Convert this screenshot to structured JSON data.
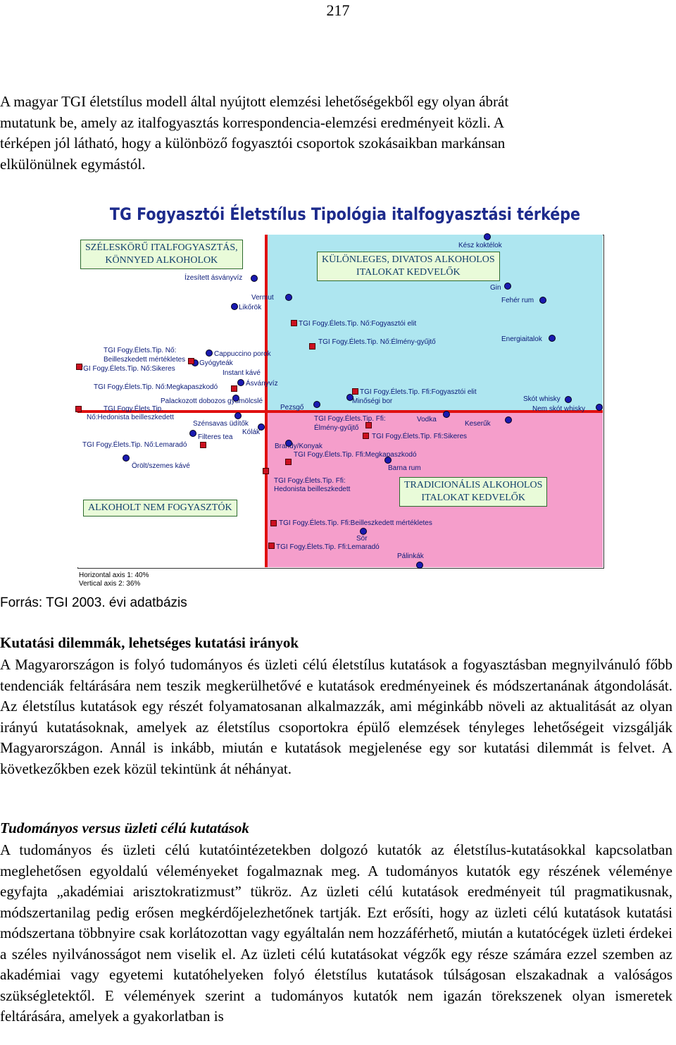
{
  "page_number": "217",
  "intro_lines": [
    "A magyar TGI életstílus modell által nyújtott elemzési lehetőségekből egy olyan ábrát",
    "mutatunk be, amely az italfogyasztás korrespondencia-elemzési eredményeit közli. A",
    "térképen jól látható, hogy a különböző fogyasztói csoportok szokásaikban markánsan",
    "elkülönülnek egymástól."
  ],
  "map": {
    "title": "TG Fogyasztói Életstílus Tipológia italfogyasztási térképe",
    "quadrants": {
      "top_left": [
        "SZÉLESKÖRŰ ITALFOGYASZTÁS,",
        "KÖNNYED ALKOHOLOK"
      ],
      "top_right": [
        "KÜLÖNLEGES, DIVATOS ALKOHOLOS",
        "ITALOKAT KEDVELŐK"
      ],
      "bottom_left": [
        "ALKOHOLT NEM FOGYASZTÓK"
      ],
      "bottom_right": [
        "TRADICIONÁLIS ALKOHOLOS",
        "ITALOKAT KEDVELŐK"
      ]
    },
    "colors": {
      "top_right": "#aee6f0",
      "bottom_right": "#f59ecb",
      "axis": "#e01010",
      "products": "#1a1ab0",
      "segments": "#cc1020"
    },
    "products": [
      "Kész koktélok",
      "Ízesített ásványvíz",
      "Vermut",
      "Likőrök",
      "Gin",
      "Fehér rum",
      "Energiaitalok",
      "Cappuccino porok",
      "Gyógyteák",
      "Instant kávé",
      "Ásványvíz",
      "Palackozott dobozos gyümölcslé",
      "Minőségi bor",
      "Skót whisky",
      "Nem skót whisky",
      "Pezsgő",
      "Szénsavas üdítők",
      "Kólák",
      "Vodka",
      "Keserűk",
      "Filteres tea",
      "Brandy/Konyak",
      "Örölt/szemes kávé",
      "Barna rum",
      "Sör",
      "Pálinkák"
    ],
    "segments": [
      "TGI Fogy.Élets.Tip. Nő:Fogyasztói elit",
      "TGI Fogy.Élets.Tip. Nő:Élmény-gyűjtő",
      "TGI Fogy.Élets.Tip. Nő:",
      "Beilleszkedett mértékletes",
      "TGI Fogy.Élets.Tip. Nő:Sikeres",
      "TGI Fogy.Élets.Tip. Nő:Megkapaszkodó",
      "TGI Fogy.Élets.Tip. Ffi:Fogyasztói elit",
      "TGI Fogy.Élets.Tip.",
      "Nő:Hedonista beilleszkedett",
      "TGI Fogy.Élets.Tip. Ffi:",
      "Élmény-gyűjtő",
      "TGI Fogy.Élets.Tip. Ffi:Sikeres",
      "TGI Fogy.Élets.Tip. Nő:Lemaradó",
      "TGI Fogy.Élets.Tip. Ffi:Megkapaszkodó",
      "TGI Fogy.Élets.Tip. Ffi:",
      "Hedonista beilleszkedett",
      "TGI Fogy.Élets.Tip. Ffi:Beilleszkedett mértékletes",
      "TGI Fogy.Élets.Tip. Ffi:Lemaradó"
    ],
    "axis_notes": [
      "Horizontal axis 1: 40%",
      "Vertical axis 2: 36%"
    ]
  },
  "source": "Forrás: TGI 2003. évi adatbázis",
  "section_heading": "Kutatási dilemmák, lehetséges kutatási irányok",
  "section_paragraph": "A Magyarországon is folyó tudományos és üzleti célú életstílus kutatások a fogyasztásban megnyilvánuló főbb tendenciák feltárására nem teszik megkerülhetővé e kutatások eredményeinek és módszertanának átgondolását. Az életstílus kutatások egy részét folyamatosanan alkalmazzák, ami méginkább növeli az aktualitását az olyan irányú kutatásoknak, amelyek az életstílus csoportokra épülő elemzések tényleges lehetőségeit vizsgálják Magyarországon. Annál is inkább, miután e kutatások megjelenése egy sor kutatási dilemmát is felvet. A következőkben ezek közül tekintünk át néhányat.",
  "subheading": "Tudományos versus üzleti célú kutatások",
  "sub_paragraph": "A tudományos és üzleti célú kutatóintézetekben dolgozó kutatók az életstílus-kutatásokkal kapcsolatban meglehetősen egyoldalú véleményeket fogalmaznak meg. A tudományos kutatók egy részének véleménye egyfajta „akadémiai arisztokratizmust” tükröz. Az üzleti célú kutatások eredményeit túl pragmatikusnak, módszertanilag pedig erősen megkérdőjelezhetőnek tartják. Ezt erősíti, hogy az üzleti célú kutatások kutatási módszertana többnyire csak korlátozottan vagy egyáltalán nem hozzáférhető, miután a kutatócégek üzleti érdekei a széles nyilvánosságot nem viselik el. Az üzleti célú kutatásokat végzők egy része számára ezzel szemben az akadémiai vagy egyetemi kutatóhelyeken folyó életstílus kutatások túlságosan elszakadnak a valóságos szükségletektől. E vélemények szerint a tudományos kutatók nem igazán törekszenek olyan ismeretek feltárására, amelyek a gyakorlatban is"
}
